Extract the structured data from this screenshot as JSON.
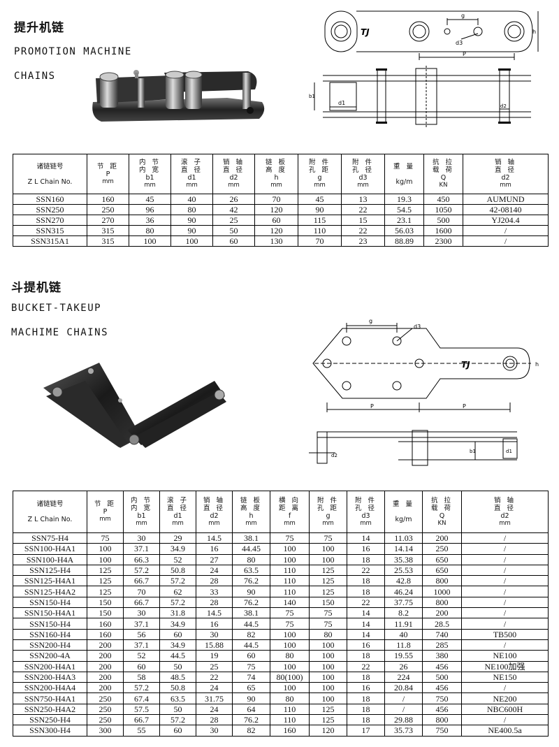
{
  "section1": {
    "title_cn": "提升机链",
    "title_en_1": "PROMOTION MACHINE",
    "title_en_2": "CHAINS",
    "drawing_labels": {
      "brand": "TJ",
      "g": "g",
      "d3": "d3",
      "h": "h",
      "p": "P",
      "b1": "b1",
      "d1": "d1",
      "d2": "d2"
    },
    "table": {
      "headers": [
        {
          "l1": "诸链链号",
          "l2": "Z L Chain No.",
          "u": ""
        },
        {
          "l1": "节 距",
          "l2": "P",
          "u": "mm"
        },
        {
          "l1": "内 节",
          "l2": "内 宽",
          "l3": "b1",
          "u": "mm"
        },
        {
          "l1": "滚 子",
          "l2": "直 径",
          "l3": "d1",
          "u": "mm"
        },
        {
          "l1": "销 轴",
          "l2": "直 径",
          "l3": "d2",
          "u": "mm"
        },
        {
          "l1": "链 板",
          "l2": "高 度",
          "l3": "h",
          "u": "mm"
        },
        {
          "l1": "附 件",
          "l2": "孔 距",
          "l3": "g",
          "u": "mm"
        },
        {
          "l1": "附 件",
          "l2": "孔 径",
          "l3": "d3",
          "u": "mm"
        },
        {
          "l1": "重 量",
          "l2": "",
          "l3": "kg/m",
          "u": ""
        },
        {
          "l1": "抗 拉",
          "l2": "载 荷",
          "l3": "Q",
          "u": "KN"
        },
        {
          "l1": "销 轴",
          "l2": "直 径",
          "l3": "d2",
          "u": "mm"
        }
      ],
      "rows": [
        [
          "SSN160",
          "160",
          "45",
          "40",
          "26",
          "70",
          "45",
          "13",
          "19.3",
          "450",
          "AUMUND"
        ],
        [
          "SSN250",
          "250",
          "96",
          "80",
          "42",
          "120",
          "90",
          "22",
          "54.5",
          "1050",
          "42-08140"
        ],
        [
          "SSN270",
          "270",
          "36",
          "90",
          "25",
          "60",
          "115",
          "15",
          "23.1",
          "500",
          "YJ204.4"
        ],
        [
          "SSN315",
          "315",
          "80",
          "90",
          "50",
          "120",
          "110",
          "22",
          "56.03",
          "1600",
          "/"
        ],
        [
          "SSN315A1",
          "315",
          "100",
          "100",
          "60",
          "130",
          "70",
          "23",
          "88.89",
          "2300",
          "/"
        ]
      ]
    }
  },
  "section2": {
    "title_cn": "斗提机链",
    "title_en_1": "BUCKET-TAKEUP",
    "title_en_2": "MACHIME CHAINS",
    "drawing_labels": {
      "brand": "TJ",
      "g": "g",
      "d3": "d3",
      "h": "h",
      "p": "P",
      "b1": "b1",
      "d1": "d1",
      "d2": "d2"
    },
    "table": {
      "headers": [
        {
          "l1": "诸链链号",
          "l2": "Z L Chain No.",
          "u": ""
        },
        {
          "l1": "节 距",
          "l2": "P",
          "u": "mm"
        },
        {
          "l1": "内 节",
          "l2": "内 宽",
          "l3": "b1",
          "u": "mm"
        },
        {
          "l1": "滚 子",
          "l2": "直 径",
          "l3": "d1",
          "u": "mm"
        },
        {
          "l1": "销 轴",
          "l2": "直 径",
          "l3": "d2",
          "u": "mm"
        },
        {
          "l1": "链 板",
          "l2": "高 度",
          "l3": "h",
          "u": "mm"
        },
        {
          "l1": "横 向",
          "l2": "距 离",
          "l3": "f",
          "u": "mm"
        },
        {
          "l1": "附 件",
          "l2": "孔 距",
          "l3": "g",
          "u": "mm"
        },
        {
          "l1": "附 件",
          "l2": "孔 径",
          "l3": "d3",
          "u": "mm"
        },
        {
          "l1": "重 量",
          "l2": "",
          "l3": "kg/m",
          "u": ""
        },
        {
          "l1": "抗 拉",
          "l2": "载 荷",
          "l3": "Q",
          "u": "KN"
        },
        {
          "l1": "销 轴",
          "l2": "直 径",
          "l3": "d2",
          "u": "mm"
        }
      ],
      "rows": [
        [
          "SSN75-H4",
          "75",
          "30",
          "29",
          "14.5",
          "38.1",
          "75",
          "75",
          "14",
          "11.03",
          "200",
          "/"
        ],
        [
          "SSN100-H4A1",
          "100",
          "37.1",
          "34.9",
          "16",
          "44.45",
          "100",
          "100",
          "16",
          "14.14",
          "250",
          "/"
        ],
        [
          "SSN100-H4A",
          "100",
          "66.3",
          "52",
          "27",
          "80",
          "100",
          "100",
          "18",
          "35.38",
          "650",
          "/"
        ],
        [
          "SSN125-H4",
          "125",
          "57.2",
          "50.8",
          "24",
          "63.5",
          "110",
          "125",
          "22",
          "25.53",
          "650",
          "/"
        ],
        [
          "SSN125-H4A1",
          "125",
          "66.7",
          "57.2",
          "28",
          "76.2",
          "110",
          "125",
          "18",
          "42.8",
          "800",
          "/"
        ],
        [
          "SSN125-H4A2",
          "125",
          "70",
          "62",
          "33",
          "90",
          "110",
          "125",
          "18",
          "46.24",
          "1000",
          "/"
        ],
        [
          "SSN150-H4",
          "150",
          "66.7",
          "57.2",
          "28",
          "76.2",
          "140",
          "150",
          "22",
          "37.75",
          "800",
          "/"
        ],
        [
          "SSN150-H4A1",
          "150",
          "30",
          "31.8",
          "14.5",
          "38.1",
          "75",
          "75",
          "14",
          "8.2",
          "200",
          "/"
        ],
        [
          "SSN150-H4",
          "160",
          "37.1",
          "34.9",
          "16",
          "44.5",
          "75",
          "75",
          "14",
          "11.91",
          "28.5",
          "/"
        ],
        [
          "SSN160-H4",
          "160",
          "56",
          "60",
          "30",
          "82",
          "100",
          "80",
          "14",
          "40",
          "740",
          "TB500"
        ],
        [
          "SSN200-H4",
          "200",
          "37.1",
          "34.9",
          "15.88",
          "44.5",
          "100",
          "100",
          "16",
          "11.8",
          "285",
          "/"
        ],
        [
          "SSN200-4A",
          "200",
          "52",
          "44.5",
          "19",
          "60",
          "80",
          "100",
          "18",
          "19.55",
          "380",
          "NE100"
        ],
        [
          "SSN200-H4A1",
          "200",
          "60",
          "50",
          "25",
          "75",
          "100",
          "100",
          "22",
          "26",
          "456",
          "NE100加强"
        ],
        [
          "SSN200-H4A3",
          "200",
          "58",
          "48.5",
          "22",
          "74",
          "80(100)",
          "100",
          "18",
          "224",
          "500",
          "NE150"
        ],
        [
          "SSN200-H4A4",
          "200",
          "57.2",
          "50.8",
          "24",
          "65",
          "100",
          "100",
          "16",
          "20.84",
          "456",
          "/"
        ],
        [
          "SSN750-H4A1",
          "250",
          "67.4",
          "63.5",
          "31.75",
          "90",
          "80",
          "100",
          "18",
          "/",
          "750",
          "NE200"
        ],
        [
          "SSN250-H4A2",
          "250",
          "57.5",
          "50",
          "24",
          "64",
          "110",
          "125",
          "18",
          "/",
          "456",
          "NBC600H"
        ],
        [
          "SSN250-H4",
          "250",
          "66.7",
          "57.2",
          "28",
          "76.2",
          "110",
          "125",
          "18",
          "29.88",
          "800",
          "/"
        ],
        [
          "SSN300-H4",
          "300",
          "55",
          "60",
          "30",
          "82",
          "160",
          "120",
          "17",
          "35.73",
          "750",
          "NE400.5a"
        ]
      ]
    }
  }
}
